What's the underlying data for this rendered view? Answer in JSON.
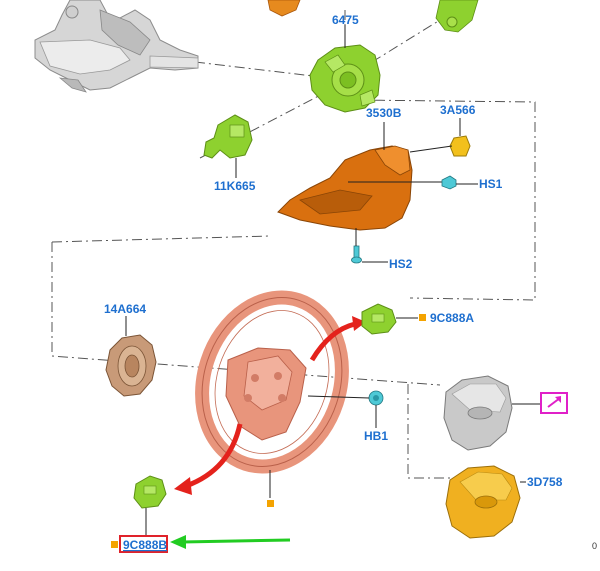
{
  "diagram": {
    "part_labels": {
      "p6475": "6475",
      "p3530b": "3530B",
      "p3a566": "3A566",
      "p11k665": "11K665",
      "hs1": "HS1",
      "hs2": "HS2",
      "p14a664": "14A664",
      "p9c888a": "9C888A",
      "hb1": "HB1",
      "p3d758": "3D758",
      "p9c888b": "9C888B"
    },
    "corner_text": "0",
    "colors": {
      "callout_blue": "#1e6fcf",
      "marker_orange": "#f4a300",
      "highlight_red": "#e0222a",
      "link_magenta": "#e020c8",
      "pointer_green": "#22cc22",
      "arrow_red": "#e4221c",
      "switch_green": "#8ed12f",
      "shroud_orange": "#d9700f",
      "wheel_salmon": "#e8957c",
      "airbag_gray": "#c9c9c9",
      "cover_yellow": "#f0b020",
      "clockspring_tan": "#c89a78"
    },
    "icons": [
      "external-link-icon",
      "marker-square",
      "arrow-left-green",
      "arrow-red-curved"
    ]
  }
}
